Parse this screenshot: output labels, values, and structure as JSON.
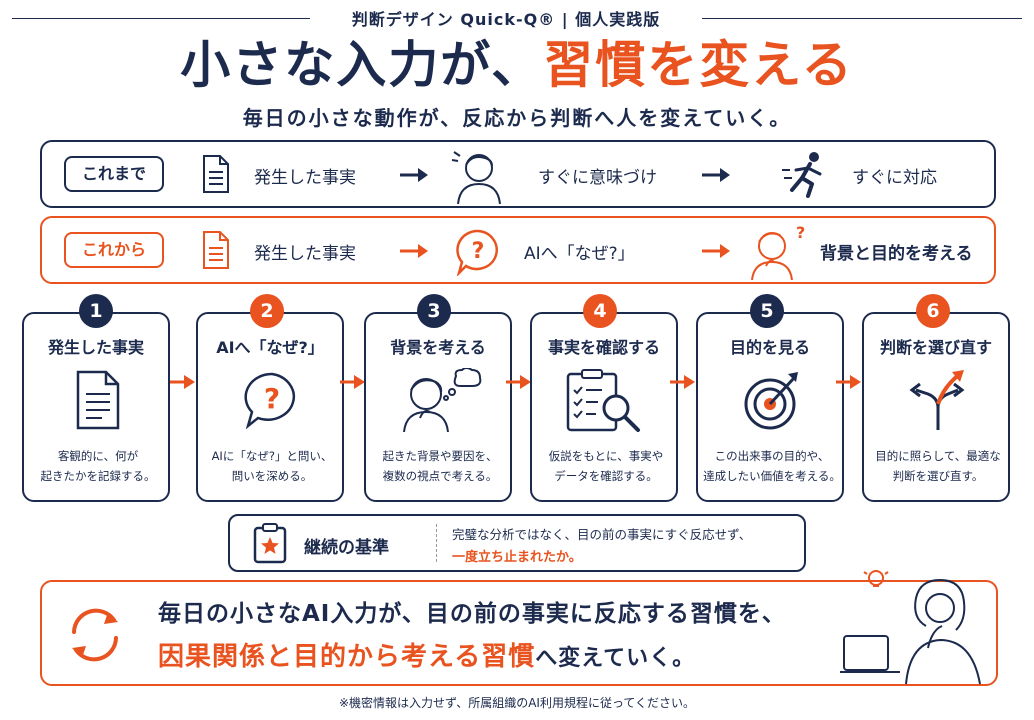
{
  "header": {
    "label": "判断デザイン Quick-Q® | 個人実践版"
  },
  "title": {
    "part1": "小さな入力が、",
    "part2": "習慣を変える"
  },
  "subtitle": "毎日の小さな動作が、反応から判断へ人を変えていく。",
  "before_row": {
    "tag": "これまで",
    "step1": "発生した事実",
    "step2": "すぐに意味づけ",
    "step3": "すぐに対応"
  },
  "after_row": {
    "tag": "これから",
    "step1": "発生した事実",
    "step2": "AIへ「なぜ?」",
    "step3": "背景と目的を考える"
  },
  "steps": [
    {
      "num": "1",
      "title": "発生した事実",
      "desc1": "客観的に、何が",
      "desc2": "起きたかを記録する。",
      "icon": "document-icon"
    },
    {
      "num": "2",
      "title": "AIへ「なぜ?」",
      "desc1": "AIに「なぜ?」と問い、",
      "desc2": "問いを深める。",
      "icon": "question-bubble-icon"
    },
    {
      "num": "3",
      "title": "背景を考える",
      "desc1": "起きた背景や要因を、",
      "desc2": "複数の視点で考える。",
      "icon": "thinking-person-icon"
    },
    {
      "num": "4",
      "title": "事実を確認する",
      "desc1": "仮説をもとに、事実や",
      "desc2": "データを確認する。",
      "icon": "checklist-magnifier-icon"
    },
    {
      "num": "5",
      "title": "目的を見る",
      "desc1": "この出来事の目的や、",
      "desc2": "達成したい価値を考える。",
      "icon": "target-icon"
    },
    {
      "num": "6",
      "title": "判断を選び直す",
      "desc1": "目的に照らして、最適な",
      "desc2": "判断を選び直す。",
      "icon": "branching-arrows-icon"
    }
  ],
  "criterion": {
    "label": "継続の基準",
    "line1": "完璧な分析ではなく、目の前の事実にすぐ反応せず、",
    "line2": "一度立ち止まれたか。"
  },
  "bottom": {
    "line1": "毎日の小さなAI入力が、目の前の事実に反応する習慣を、",
    "line2_highlight": "因果関係と目的から考える習慣",
    "line2_tail": "へ変えていく。"
  },
  "footnote": "※機密情報は入力せず、所属組織のAI利用規程に従ってください。",
  "colors": {
    "navy": "#1c2a4d",
    "orange": "#e8531f"
  }
}
